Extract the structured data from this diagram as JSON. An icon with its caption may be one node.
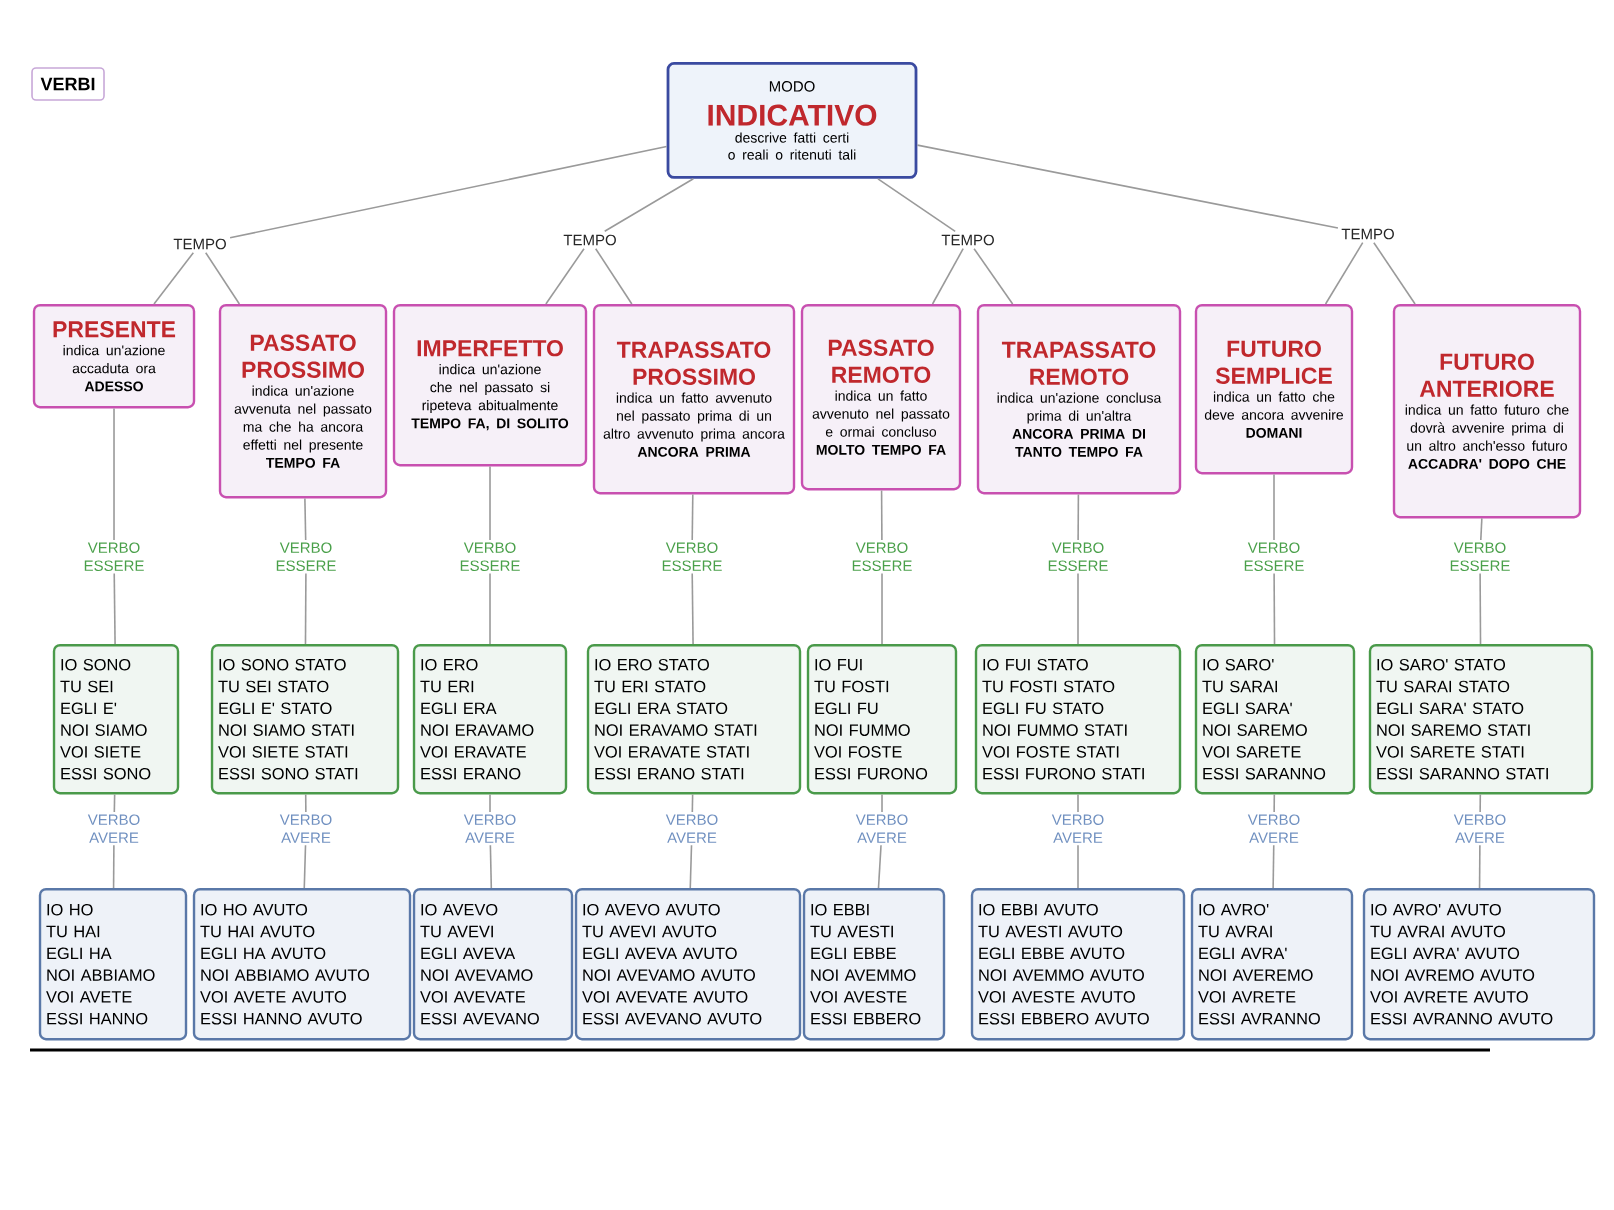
{
  "diagram": {
    "nodes": [
      {
        "text": [
          "VERBI"
        ]
      },
      {
        "text": [
          "MODO",
          "INDICATIVO",
          "descrive fatti certi o reali o ritenuti tali"
        ]
      },
      {
        "text": [
          "TEMPO"
        ]
      },
      {
        "text": [
          "TEMPO"
        ]
      },
      {
        "text": [
          "TEMPO"
        ]
      },
      {
        "text": [
          "TEMPO"
        ]
      },
      {
        "text": [
          "PRESENTE",
          "indica un'azione accaduta ora",
          "ADESSO"
        ]
      },
      {
        "text": [
          "PASSATO PROSSIMO",
          "indica un'azione avvenuta nel passato ma che ha ancora effetti nel presente",
          "TEMPO FA"
        ]
      },
      {
        "text": [
          "IMPERFETTO",
          "indica un'azione che nel passato si ripeteva abitualmente",
          "TEMPO FA, DI SOLITO"
        ]
      },
      {
        "text": [
          "TRAPASSATO PROSSIMO",
          "indica un fatto avvenuto nel passato prima di un altro avvenuto prima ancora",
          "ANCORA PRIMA"
        ]
      },
      {
        "text": [
          "PASSATO REMOTO",
          "indica un fatto avvenuto nel passato e ormai concluso",
          "MOLTO TEMPO FA"
        ]
      },
      {
        "text": [
          "TRAPASSATO REMOTO",
          "indica un'azione conclusa prima di un'altra",
          "ANCORA PRIMA DI TANTO TEMPO FA"
        ]
      },
      {
        "text": [
          "FUTURO SEMPLICE",
          "indica un fatto che deve ancora avvenire",
          "DOMANI"
        ]
      },
      {
        "text": [
          "FUTURO ANTERIORE",
          "indica un fatto futuro che dovrà avvenire prima di un altro anch'esso futuro",
          "ACCADRA' DOPO CHE"
        ]
      },
      {
        "text": [
          "VERBO ESSERE"
        ]
      },
      {
        "text": [
          "VERBO ESSERE"
        ]
      },
      {
        "text": [
          "VERBO ESSERE"
        ]
      },
      {
        "text": [
          "VERBO ESSERE"
        ]
      },
      {
        "text": [
          "VERBO ESSERE"
        ]
      },
      {
        "text": [
          "VERBO ESSERE"
        ]
      },
      {
        "text": [
          "VERBO ESSERE"
        ]
      },
      {
        "text": [
          "VERBO ESSERE"
        ]
      },
      {
        "text": [
          "IO SONO",
          "TU SEI",
          "EGLI E'",
          "NOI SIAMO",
          "VOI SIETE",
          "ESSI SONO"
        ]
      },
      {
        "text": [
          "IO SONO STATO",
          "TU SEI STATO",
          "EGLI E' STATO",
          "NOI SIAMO STATI",
          "VOI SIETE STATI",
          "ESSI SONO STATI"
        ]
      },
      {
        "text": [
          "IO ERO",
          "TU ERI",
          "EGLI ERA",
          "NOI ERAVAMO",
          "VOI ERAVATE",
          "ESSI ERANO"
        ]
      },
      {
        "text": [
          "IO ERO STATO",
          "TU ERI STATO",
          "EGLI ERA STATO",
          "NOI ERAVAMO STATI",
          "VOI ERAVATE STATI",
          "ESSI ERANO STATI"
        ]
      },
      {
        "text": [
          "IO FUI",
          "TU FOSTI",
          "EGLI FU",
          "NOI FUMMO",
          "VOI FOSTE",
          "ESSI FURONO"
        ]
      },
      {
        "text": [
          "IO FUI STATO",
          "TU FOSTI STATO",
          "EGLI FU STATO",
          "NOI FUMMO STATI",
          "VOI FOSTE STATI",
          "ESSI FURONO STATI"
        ]
      },
      {
        "text": [
          "IO SARO'",
          "TU SARAI",
          "EGLI SARA'",
          "NOI SAREMO",
          "VOI SARETE",
          "ESSI SARANNO"
        ]
      },
      {
        "text": [
          "IO SARO' STATO",
          "TU SARAI STATO",
          "EGLI SARA' STATO",
          "NOI SAREMO STATI",
          "VOI SARETE STATI",
          "ESSI SARANNO STATI"
        ]
      },
      {
        "text": [
          "VERBO AVERE"
        ]
      },
      {
        "text": [
          "VERBO AVERE"
        ]
      },
      {
        "text": [
          "VERBO AVERE"
        ]
      },
      {
        "text": [
          "VERBO AVERE"
        ]
      },
      {
        "text": [
          "VERBO AVERE"
        ]
      },
      {
        "text": [
          "VERBO AVERE"
        ]
      },
      {
        "text": [
          "VERBO AVERE"
        ]
      },
      {
        "text": [
          "VERBO AVERE"
        ]
      },
      {
        "text": [
          "IO HO",
          "TU HAI",
          "EGLI HA",
          "NOI ABBIAMO",
          "VOI AVETE",
          "ESSI HANNO"
        ]
      },
      {
        "text": [
          "IO HO AVUTO",
          "TU HAI AVUTO",
          "EGLI HA AVUTO",
          "NOI ABBIAMO AVUTO",
          "VOI AVETE AVUTO",
          "ESSI HANNO AVUTO"
        ]
      },
      {
        "text": [
          "IO AVEVO",
          "TU AVEVI",
          "EGLI AVEVA",
          "NOI AVEVAMO",
          "VOI AVEVATE",
          "ESSI AVEVANO"
        ]
      },
      {
        "text": [
          "IO AVEVO AVUTO",
          "TU AVEVI AVUTO",
          "EGLI AVEVA AVUTO",
          "NOI AVEVAMO AVUTO",
          "VOI AVEVATE AVUTO",
          "ESSI AVEVANO AVUTO"
        ]
      },
      {
        "text": [
          "IO EBBI",
          "TU AVESTI",
          "EGLI EBBE",
          "NOI AVEMMO",
          "VOI AVESTE",
          "ESSI EBBERO"
        ]
      },
      {
        "text": [
          "IO EBBI AVUTO",
          "TU AVESTI AVUTO",
          "EGLI EBBE AVUTO",
          "NOI AVEMMO AVUTO",
          "VOI AVESTE AVUTO",
          "ESSI EBBERO AVUTO"
        ]
      },
      {
        "text": [
          "IO AVRO'",
          "TU AVRAI",
          "EGLI AVRA'",
          "NOI  AVEREMO",
          "VOI AVRETE",
          "ESSI AVRANNO"
        ]
      },
      {
        "text": [
          "IO AVRO' AVUTO",
          "TU AVRAI AVUTO",
          "EGLI AVRA' AVUTO",
          "NOI AVREMO AVUTO",
          "VOI AVRETE AVUTO",
          "ESSI AVRANNO AVUTO"
        ]
      }
    ],
    "edges": [
      {
        "from": 1,
        "to": 2,
        "arrow": "none"
      },
      {
        "from": 1,
        "to": 3,
        "arrow": "none"
      },
      {
        "from": 1,
        "to": 4,
        "arrow": "none"
      },
      {
        "from": 1,
        "to": 5,
        "arrow": "none"
      },
      {
        "from": 2,
        "to": 6,
        "arrow": "none"
      },
      {
        "from": 2,
        "to": 7,
        "arrow": "none"
      },
      {
        "from": 3,
        "to": 8,
        "arrow": "none"
      },
      {
        "from": 3,
        "to": 9,
        "arrow": "none"
      },
      {
        "from": 4,
        "to": 10,
        "arrow": "none"
      },
      {
        "from": 4,
        "to": 11,
        "arrow": "none"
      },
      {
        "from": 5,
        "to": 12,
        "arrow": "none"
      },
      {
        "from": 5,
        "to": 13,
        "arrow": "none"
      },
      {
        "from": 6,
        "to": 14,
        "arrow": "none"
      },
      {
        "from": 7,
        "to": 15,
        "arrow": "none"
      },
      {
        "from": 8,
        "to": 16,
        "arrow": "none"
      },
      {
        "from": 9,
        "to": 17,
        "arrow": "none"
      },
      {
        "from": 10,
        "to": 18,
        "arrow": "none"
      },
      {
        "from": 11,
        "to": 19,
        "arrow": "none"
      },
      {
        "from": 12,
        "to": 20,
        "arrow": "none"
      },
      {
        "from": 13,
        "to": 21,
        "arrow": "none"
      },
      {
        "from": 14,
        "to": 22,
        "arrow": "none"
      },
      {
        "from": 15,
        "to": 23,
        "arrow": "none"
      },
      {
        "from": 16,
        "to": 24,
        "arrow": "none"
      },
      {
        "from": 17,
        "to": 25,
        "arrow": "none"
      },
      {
        "from": 18,
        "to": 26,
        "arrow": "none"
      },
      {
        "from": 19,
        "to": 27,
        "arrow": "none"
      },
      {
        "from": 20,
        "to": 28,
        "arrow": "none"
      },
      {
        "from": 21,
        "to": 29,
        "arrow": "none"
      },
      {
        "from": 22,
        "to": 30,
        "arrow": "none"
      },
      {
        "from": 23,
        "to": 31,
        "arrow": "none"
      },
      {
        "from": 24,
        "to": 32,
        "arrow": "none"
      },
      {
        "from": 25,
        "to": 33,
        "arrow": "none"
      },
      {
        "from": 26,
        "to": 34,
        "arrow": "none"
      },
      {
        "from": 27,
        "to": 35,
        "arrow": "none"
      },
      {
        "from": 28,
        "to": 36,
        "arrow": "none"
      },
      {
        "from": 29,
        "to": 37,
        "arrow": "none"
      },
      {
        "from": 30,
        "to": 38,
        "arrow": "none"
      },
      {
        "from": 31,
        "to": 39,
        "arrow": "none"
      },
      {
        "from": 32,
        "to": 40,
        "arrow": "none"
      },
      {
        "from": 33,
        "to": 41,
        "arrow": "none"
      },
      {
        "from": 34,
        "to": 42,
        "arrow": "none"
      },
      {
        "from": 35,
        "to": 43,
        "arrow": "none"
      },
      {
        "from": 36,
        "to": 44,
        "arrow": "none"
      },
      {
        "from": 37,
        "to": 45,
        "arrow": "none"
      }
    ]
  }
}
